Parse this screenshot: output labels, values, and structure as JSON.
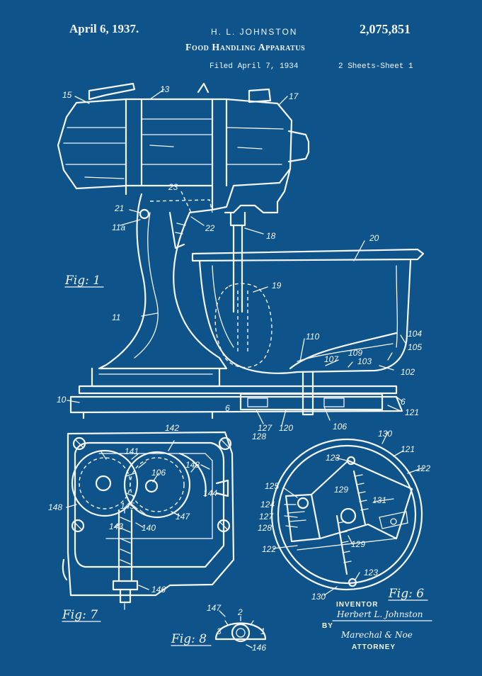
{
  "header": {
    "date": "April 6, 1937.",
    "inventor_name": "H. L. JOHNSTON",
    "patent_number": "2,075,851",
    "title": "Food Handling Apparatus",
    "filed": "Filed April 7, 1934",
    "sheets": "2 Sheets-Sheet 1"
  },
  "figure_labels": {
    "fig1": "Fig: 1",
    "fig6": "Fig: 6",
    "fig7": "Fig: 7",
    "fig8": "Fig: 8"
  },
  "fig1_callouts": [
    "15",
    "13",
    "17",
    "23",
    "21",
    "11a",
    "22",
    "18",
    "20",
    "19",
    "11",
    "110",
    "104",
    "105",
    "107",
    "109",
    "103",
    "102",
    "10",
    "6",
    "6",
    "121",
    "127",
    "128",
    "120",
    "106"
  ],
  "fig7_callouts": [
    "142",
    "141",
    "106",
    "148",
    "148",
    "144",
    "145",
    "143",
    "140",
    "147",
    "146"
  ],
  "fig6_callouts": [
    "130",
    "121",
    "122",
    "123",
    "125",
    "129",
    "124",
    "131",
    "127",
    "128",
    "129",
    "122",
    "123",
    "130"
  ],
  "fig8_callouts": [
    "147",
    "2",
    "3",
    "1",
    "146"
  ],
  "signature_block": {
    "inventor_caption": "INVENTOR",
    "inventor_signature": "Herbert L. Johnston",
    "by": "BY",
    "attorney_signature": "Marechal & Noe",
    "attorney_caption": "ATTORNEY"
  }
}
